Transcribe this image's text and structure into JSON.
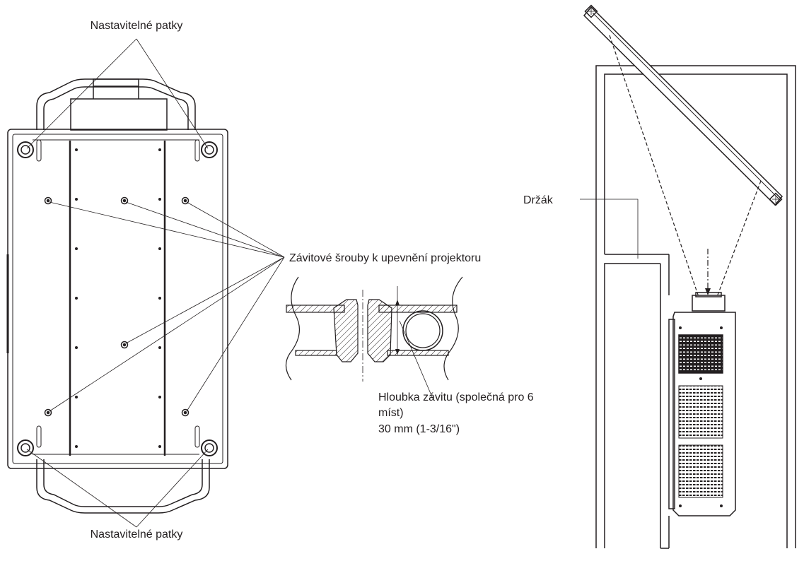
{
  "labels": {
    "feet_top": "Nastavitelné patky",
    "feet_bottom": "Nastavitelné patky",
    "screws": "Závitové šrouby k upevnění projektoru",
    "thread_depth_line1": "Hloubka závitu (společná pro 6",
    "thread_depth_line2": "míst)",
    "thread_depth_line3": "30 mm (1-3/16\")",
    "bracket": "Držák"
  }
}
